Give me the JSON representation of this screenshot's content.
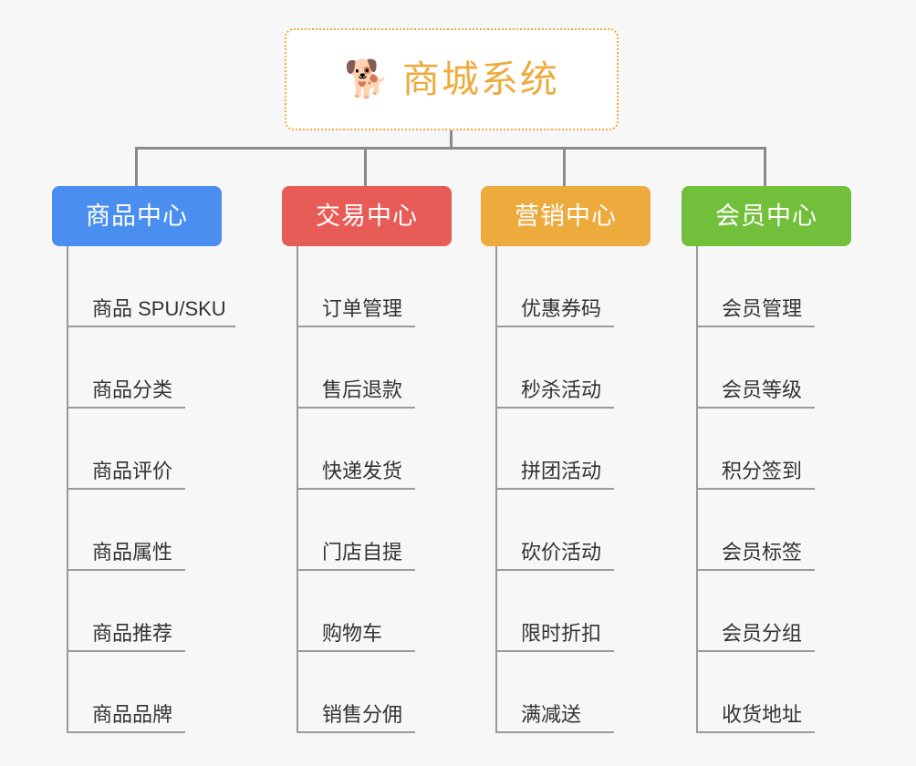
{
  "diagram": {
    "title": "商城系统",
    "root": {
      "icon": "shiba-dog-face-emoji",
      "emoji": "🐕",
      "label": "商城系统",
      "color": "#edab3e",
      "background": "#ffffff",
      "border_style": "dotted"
    },
    "background_color": "#f7f7f7",
    "connector_color": "#8a8a8a",
    "categories": [
      {
        "label": "商品中心",
        "color": "#4a8ef0",
        "items": [
          "商品 SPU/SKU",
          "商品分类",
          "商品评价",
          "商品属性",
          "商品推荐",
          "商品品牌"
        ]
      },
      {
        "label": "交易中心",
        "color": "#e85c57",
        "items": [
          "订单管理",
          "售后退款",
          "快递发货",
          "门店自提",
          "购物车",
          "销售分佣"
        ]
      },
      {
        "label": "营销中心",
        "color": "#edab3e",
        "items": [
          "优惠券码",
          "秒杀活动",
          "拼团活动",
          "砍价活动",
          "限时折扣",
          "满减送"
        ]
      },
      {
        "label": "会员中心",
        "color": "#72bf3c",
        "items": [
          "会员管理",
          "会员等级",
          "积分签到",
          "会员标签",
          "会员分组",
          "收货地址"
        ]
      }
    ]
  }
}
